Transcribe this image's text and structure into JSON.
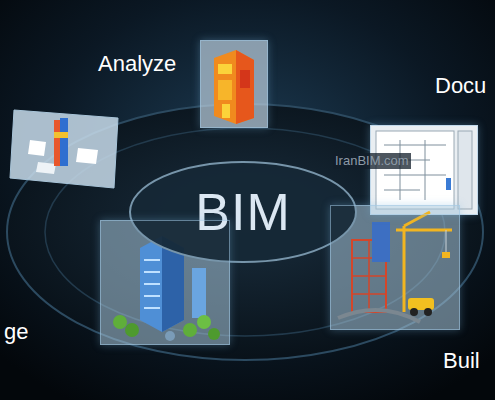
{
  "diagram": {
    "nodes": [
      {
        "text": [
          "Analyze"
        ]
      },
      {
        "text": [
          "Docu"
        ]
      },
      {
        "text": [
          "BIM"
        ]
      },
      {
        "text": [
          "ge"
        ]
      },
      {
        "text": [
          "Buil"
        ]
      }
    ],
    "labels": [
      "IranBIM.com"
    ]
  }
}
